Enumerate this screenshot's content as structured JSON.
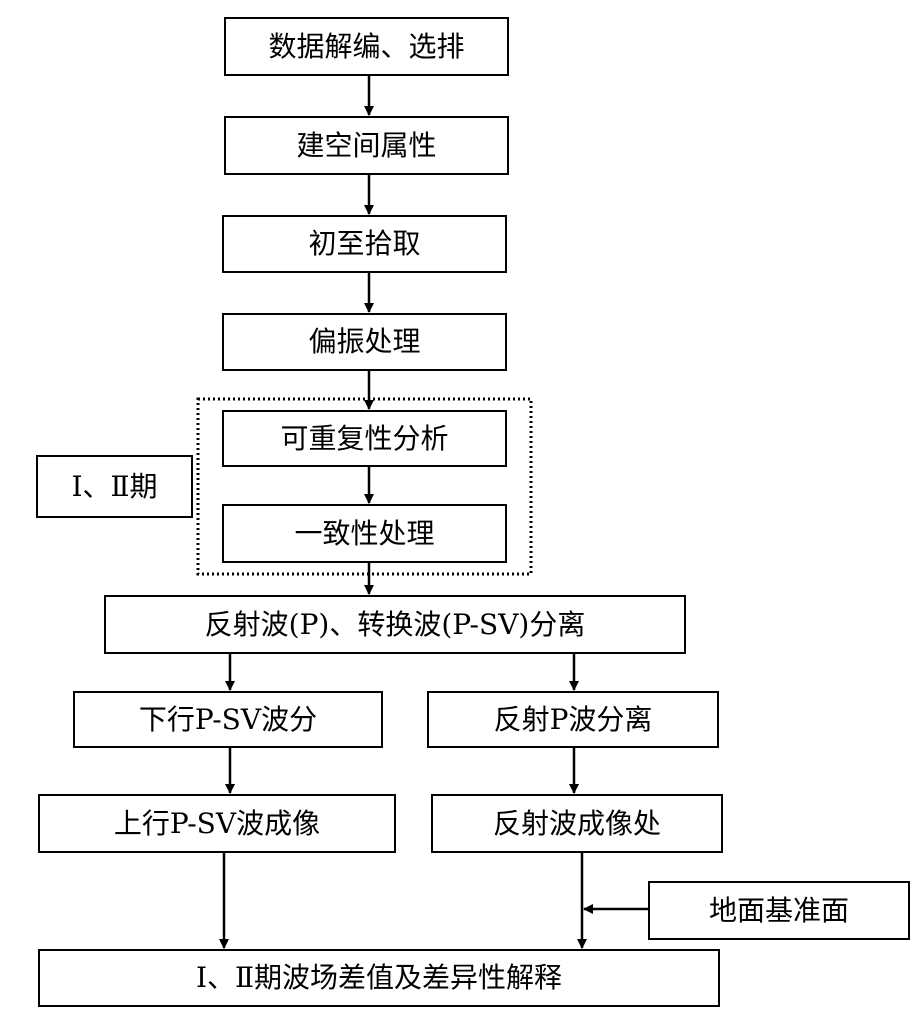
{
  "diagram": {
    "steps": {
      "decode": "数据解编、选排",
      "spatial_attributes": "建空间属性",
      "first_break": "初至拾取",
      "polarization": "偏振处理",
      "repeatability": "可重复性分析",
      "consistency": "一致性处理",
      "separation": "反射波(P)、转换波(P-SV)分离",
      "downgoing_psv": "下行P-SV波分",
      "reflected_p_separation": "反射P波分离",
      "upgoing_psv_imaging": "上行P-SV波成像",
      "reflected_imaging": "反射波成像处",
      "ground_datum": "地面基准面",
      "interpretation": "Ⅰ、Ⅱ期波场差值及差异性解释"
    },
    "group_label": "Ⅰ、Ⅱ期"
  }
}
